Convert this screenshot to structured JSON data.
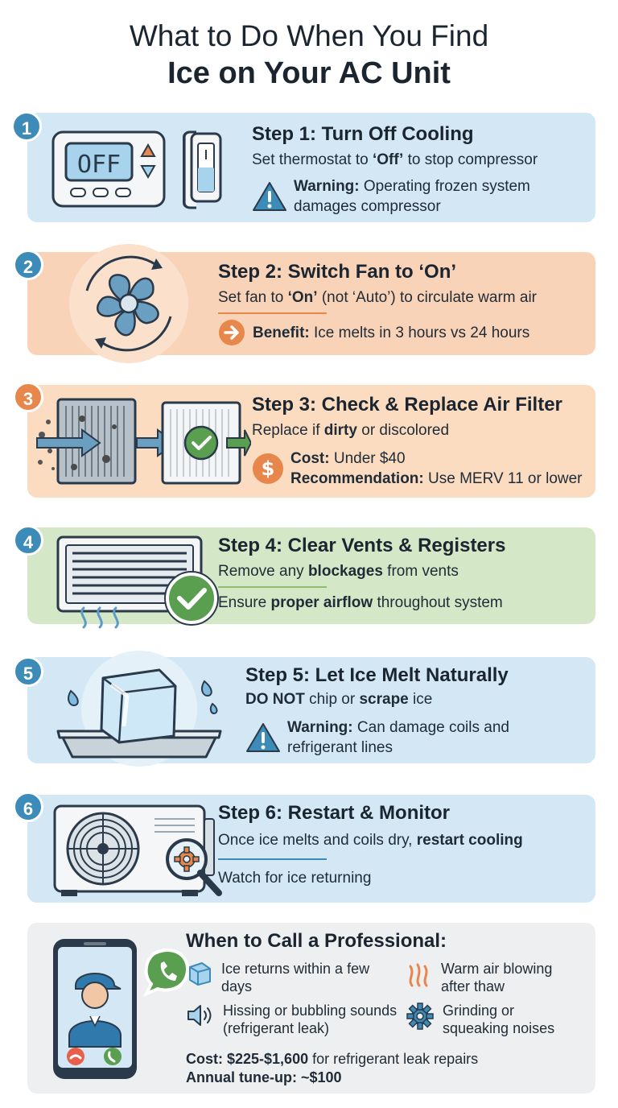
{
  "title": {
    "line1": "What to Do When You Find",
    "line2": "Ice on Your AC Unit"
  },
  "steps": [
    {
      "number": "1",
      "heading": "Step 1: Turn Off Cooling",
      "line1": "Set thermostat to ",
      "line1_bold": "‘Off’",
      "line1_rest": " to stop compressor",
      "note_bold": "Warning:",
      "note_rest": " Operating frozen system",
      "note_line2": "damages compressor",
      "display_text": "OFF",
      "icon": "warning-icon"
    },
    {
      "number": "2",
      "heading": "Step 2: Switch Fan to ‘On’",
      "line1": "Set fan to ",
      "line1_bold": "‘On’",
      "line1_rest": " (not ‘Auto’) to circulate warm air",
      "note_bold": "Benefit:",
      "note_rest": " Ice melts in 3 hours vs 24 hours",
      "icon": "arrow-right-icon"
    },
    {
      "number": "3",
      "heading": "Step 3: Check & Replace Air Filter",
      "line1": "Replace if ",
      "line1_bold": "dirty",
      "line1_rest": " or discolored",
      "cost_bold": "Cost:",
      "cost_rest": " Under $40",
      "rec_bold": "Recommendation:",
      "rec_rest": " Use MERV 11 or lower",
      "icon": "dollar-icon"
    },
    {
      "number": "4",
      "heading": "Step 4: Clear Vents & Registers",
      "line1": "Remove any ",
      "line1_bold": "blockages",
      "line1_rest": " from vents",
      "line2": "Ensure ",
      "line2_bold": "proper airflow",
      "line2_rest": " throughout system",
      "icon": "checkmark-icon"
    },
    {
      "number": "5",
      "heading": "Step 5: Let Ice Melt Naturally",
      "line1_bold": "DO NOT",
      "line1_mid": " chip or ",
      "line1_bold2": "scrape",
      "line1_rest": " ice",
      "note_bold": "Warning:",
      "note_rest": " Can damage coils and",
      "note_line2": "refrigerant lines",
      "icon": "warning-icon"
    },
    {
      "number": "6",
      "heading": "Step 6: Restart & Monitor",
      "line1": "Once ice melts and coils dry, ",
      "line1_bold": "restart cooling",
      "line2": "Watch for ice returning",
      "icon": "magnifier-gear-icon"
    }
  ],
  "professional": {
    "heading": "When to Call a Professional:",
    "items": [
      {
        "text": "Ice returns within a few days",
        "icon": "ice-cube-icon"
      },
      {
        "text": "Warm air blowing after thaw",
        "icon": "heat-waves-icon"
      },
      {
        "text": "Hissing or bubbling sounds (refrigerant leak)",
        "icon": "speaker-icon"
      },
      {
        "text": "Grinding or squeaking noises",
        "icon": "gear-icon"
      }
    ],
    "cost_bold": "Cost: $225-$1,600",
    "cost_rest": " for refrigerant leak repairs",
    "tuneup": "Annual tune-up: ~$100"
  },
  "colors": {
    "blue_card": "#d3e8f4",
    "orange_card": "#f9d3b8",
    "peach_card": "#fbdcc0",
    "green_card": "#d4e7c6",
    "gray_card": "#eeeff0",
    "accent_blue": "#3d8bb8",
    "accent_orange": "#e8874b",
    "accent_green": "#6ca05d"
  }
}
